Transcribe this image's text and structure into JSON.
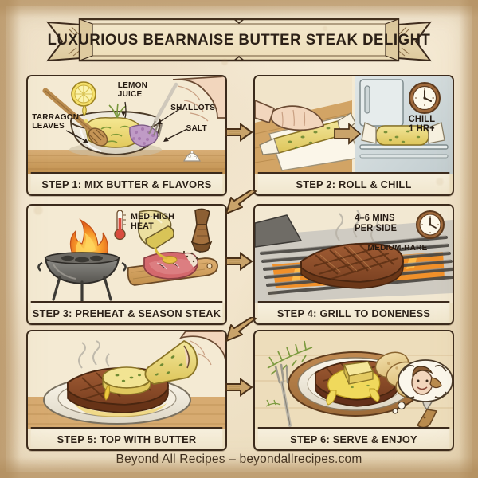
{
  "title": "LUXURIOUS BEARNAISE BUTTER STEAK DELIGHT",
  "footer": "Beyond All Recipes – beyondallrecipes.com",
  "colors": {
    "parchment": "#f3e7d0",
    "parchment_edge": "#c9a470",
    "ink": "#3b2a1c",
    "caption_bg": "#f6efdc",
    "arrow_fill": "#c9a36a",
    "butter": "#ecd977",
    "herb_green": "#7a9a3e",
    "shallot_purple": "#b68fbd",
    "steak_raw": "#d2686c",
    "steak_grilled": "#8e4f2e",
    "flame_orange": "#f0902a",
    "rosemary": "#86a548",
    "wood": "#c89a5e"
  },
  "panels": [
    {
      "id": "step-1",
      "caption": "STEP 1: MIX BUTTER & FLAVORS",
      "labels": [
        {
          "name": "lemon-juice-label",
          "text": "LEMON\nJUICE"
        },
        {
          "name": "tarragon-leaves-label",
          "text": "TARRAGON\nLEAVES"
        },
        {
          "name": "shallots-label",
          "text": "SHALLOTS"
        },
        {
          "name": "salt-label",
          "text": "SALT"
        }
      ],
      "icons": [
        "mixing-bowl-icon",
        "lemon-half-icon",
        "wooden-spoon-icon",
        "hand-with-fork-icon",
        "salt-pile-icon"
      ]
    },
    {
      "id": "step-2",
      "caption": "STEP 2: ROLL & CHILL",
      "labels": [
        {
          "name": "chill-time-label",
          "text": "CHILL\n1 HR+"
        }
      ],
      "icons": [
        "hand-rolling-icon",
        "butter-log-icon",
        "parchment-paper-icon",
        "refrigerator-icon",
        "wall-clock-icon"
      ]
    },
    {
      "id": "step-3",
      "caption": "STEP 3: PREHEAT & SEASON STEAK",
      "labels": [
        {
          "name": "heat-level-label",
          "text": "MED-HIGH\nHEAT"
        }
      ],
      "icons": [
        "charcoal-grill-icon",
        "flame-icon",
        "thermometer-icon",
        "oil-bottle-icon",
        "pepper-grinder-icon",
        "cutting-board-icon",
        "raw-steak-icon"
      ]
    },
    {
      "id": "step-4",
      "caption": "STEP 4: GRILL TO DONENESS",
      "labels": [
        {
          "name": "grill-time-label",
          "text": "4–6 MINS\nPER SIDE"
        },
        {
          "name": "doneness-label",
          "text": "MEDIUM-RARE"
        }
      ],
      "icons": [
        "gas-grill-icon",
        "grilled-steak-icon",
        "steam-icon",
        "wall-clock-icon"
      ]
    },
    {
      "id": "step-5",
      "caption": "STEP 5: TOP WITH BUTTER",
      "labels": [],
      "icons": [
        "plate-icon",
        "grilled-steak-icon",
        "steam-icon",
        "hand-with-butter-log-icon",
        "butter-slice-icon"
      ]
    },
    {
      "id": "step-6",
      "caption": "STEP 6: SERVE & ENJOY",
      "labels": [],
      "icons": [
        "plate-icon",
        "grilled-steak-icon",
        "melted-butter-icon",
        "bread-slices-icon",
        "rosemary-sprig-icon",
        "fork-icon",
        "knife-icon",
        "thought-bubble-happy-eater-icon"
      ]
    }
  ],
  "clocks": {
    "chill": "2 o'clock",
    "grill": "2 o'clock"
  }
}
